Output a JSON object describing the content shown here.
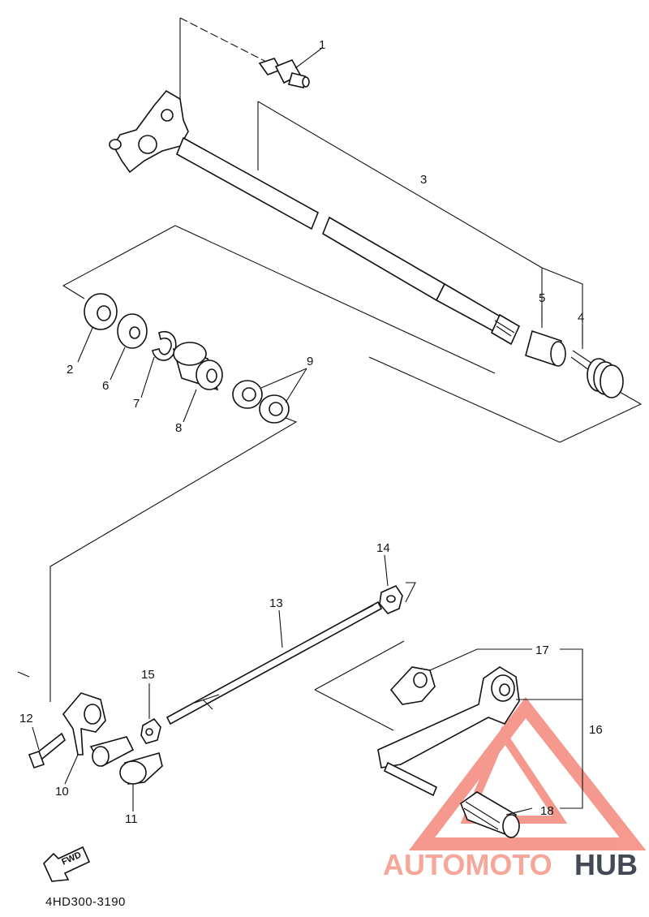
{
  "diagram": {
    "callouts": {
      "c1": "1",
      "c2": "2",
      "c3": "3",
      "c4": "4",
      "c5": "5",
      "c6": "6",
      "c7": "7",
      "c8": "8",
      "c9": "9",
      "c10": "10",
      "c11": "11",
      "c12": "12",
      "c13": "13",
      "c14": "14",
      "c15": "15",
      "c16": "16",
      "c17": "17",
      "c18": "18"
    },
    "fwd_label": "FWD",
    "drawing_code": "4HD300-3190"
  },
  "watermark": {
    "text_light": "AUTOMOTO",
    "text_dark": "HUB",
    "color_light": "#f6a79a",
    "color_dark": "#444a55"
  }
}
